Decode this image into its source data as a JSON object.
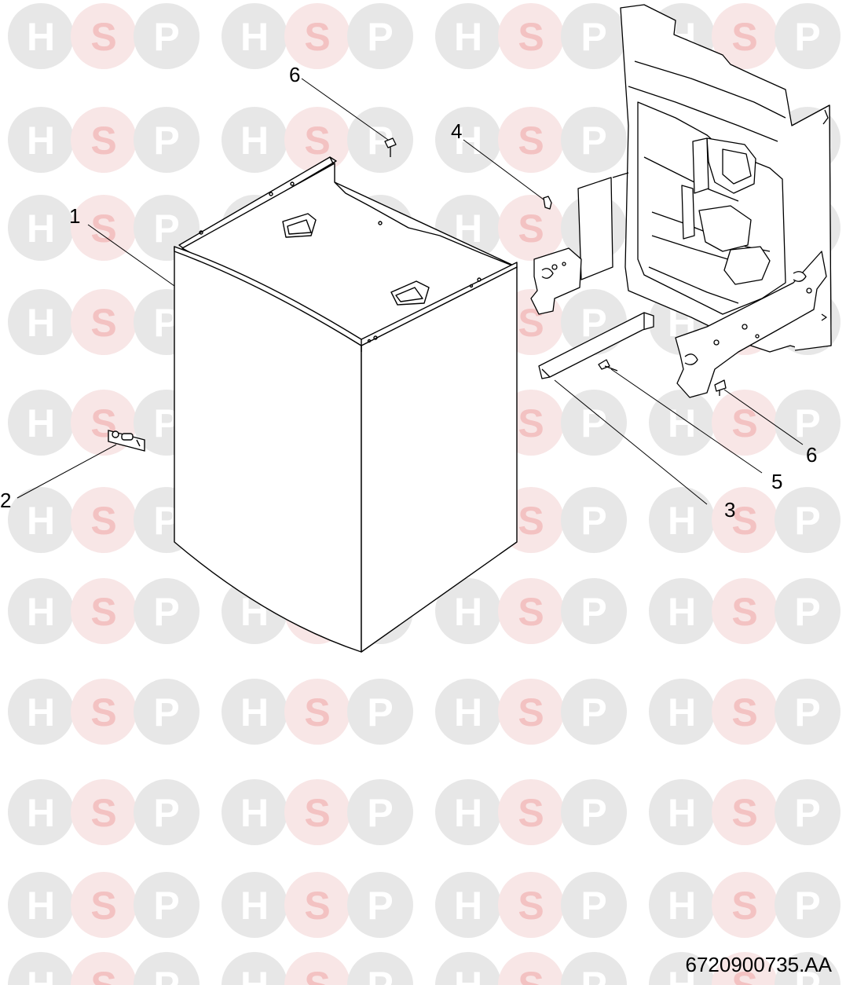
{
  "watermark": {
    "letters": [
      "H",
      "S",
      "P"
    ],
    "circle_colors": [
      "#e7e7e7",
      "#f8e6e6",
      "#e7e7e7"
    ],
    "letter_colors": [
      "#ffffff",
      "#f3c2c2",
      "#ffffff"
    ]
  },
  "callouts": {
    "c1": "1",
    "c2": "2",
    "c3": "3",
    "c4": "4",
    "c5": "5",
    "c6a": "6",
    "c6b": "6"
  },
  "document_number": "6720900735.AA",
  "line_color": "#000000"
}
